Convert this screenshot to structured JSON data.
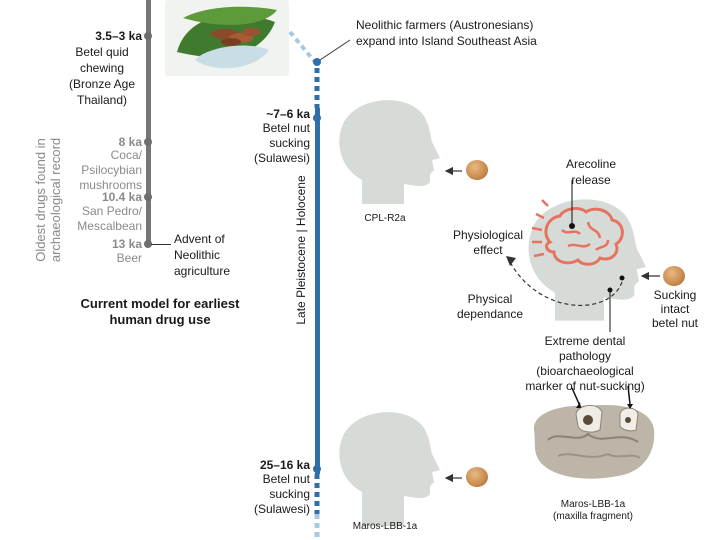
{
  "left_timeline": {
    "axis_label": "Oldest drugs found in archaeological record",
    "events": [
      {
        "age": "3.5–3 ka",
        "label": "Betel quid chewing (Bronze Age Thailand)"
      },
      {
        "age": "8 ka",
        "label": "Coca/ Psilocybian mushrooms"
      },
      {
        "age": "10.4 ka",
        "label": "San Pedro/ Mescalbean"
      },
      {
        "age": "13 ka",
        "label": "Beer"
      }
    ],
    "neolithic_label": "Advent of Neolithic agriculture",
    "model_caption": "Current model for earliest human drug use"
  },
  "right_timeline": {
    "period_upper": "Holocene",
    "period_lower": "Late Pleistocene",
    "divider": "|",
    "austronesian_note": "Neolithic farmers (Austronesians) expand into Island Southeast Asia",
    "events": [
      {
        "age": "~7–6 ka",
        "label": "Betel nut sucking (Sulawesi)",
        "specimen": "CPL-R2a"
      },
      {
        "age": "25–16 ka",
        "label": "Betel nut sucking (Sulawesi)",
        "specimen": "Maros-LBB-1a"
      }
    ]
  },
  "mechanism": {
    "arecoline": "Arecoline release",
    "physiological": "Physiological effect",
    "physical": "Physical dependance",
    "sucking": "Sucking intact betel nut",
    "dental": "Extreme dental pathology (bioarchaeological marker of nut-sucking)"
  },
  "specimen_photo": {
    "name": "Maros-LBB-1a",
    "caption": "(maxilla fragment)"
  },
  "colors": {
    "grey_line": "#767676",
    "blue_line": "#2f6ea8",
    "head": "#d7dbd8",
    "brain": "#e5735f",
    "nut": "#c98a4e"
  }
}
